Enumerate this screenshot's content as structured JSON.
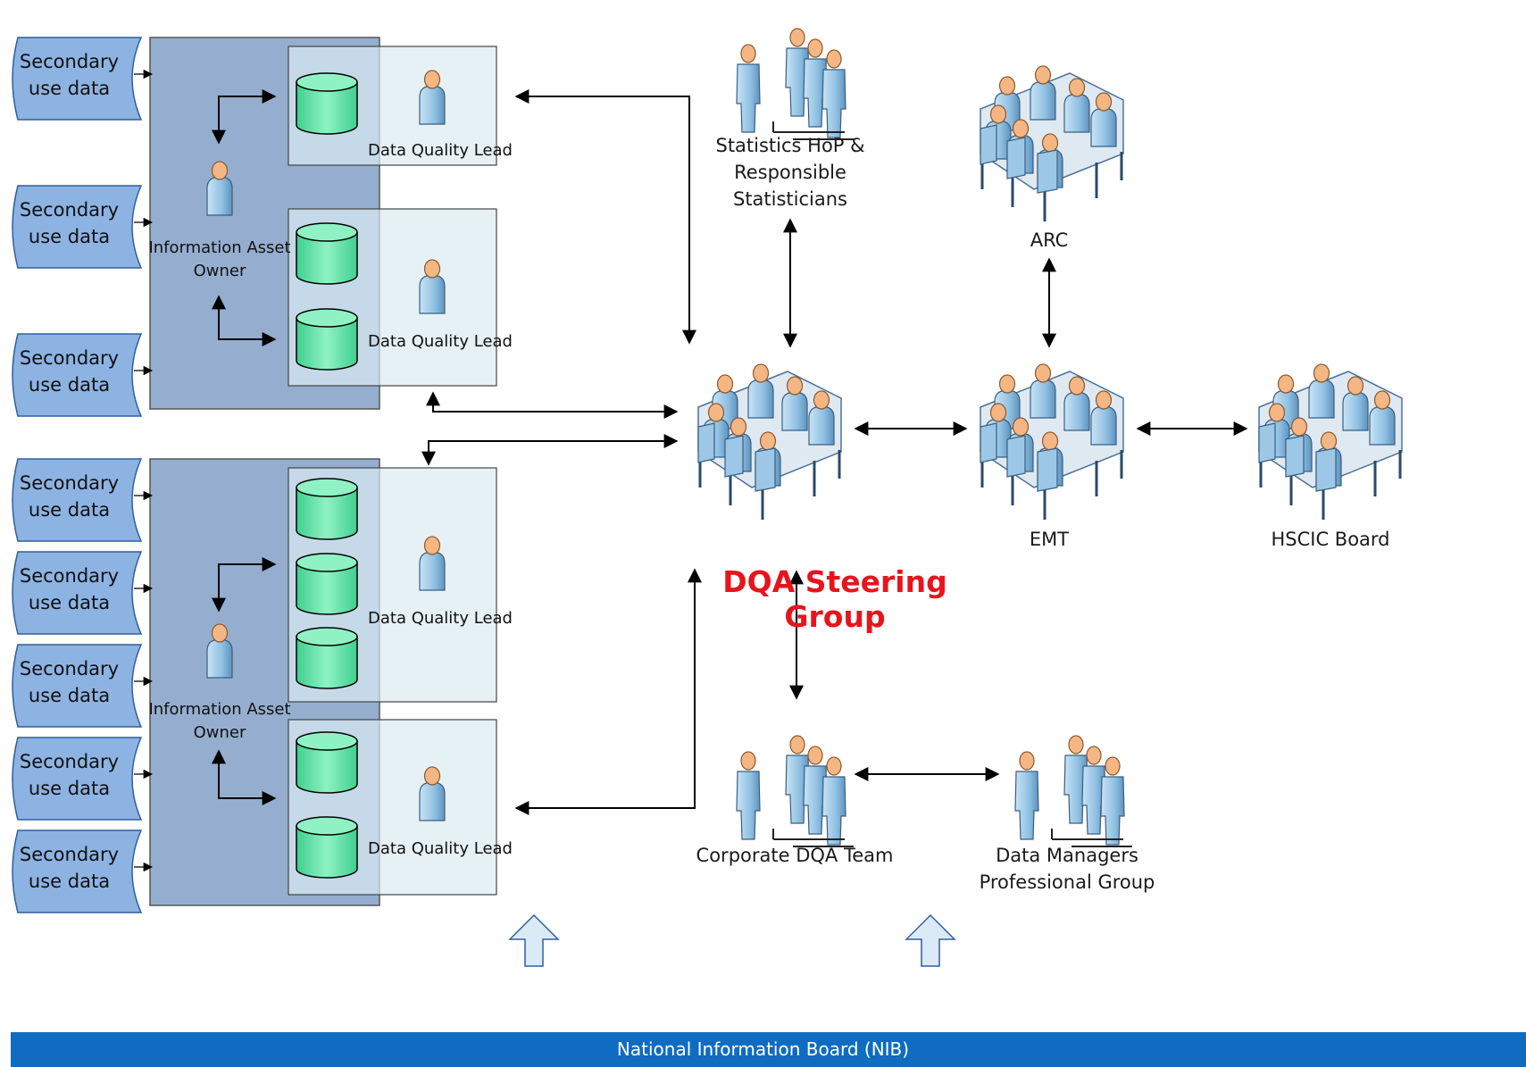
{
  "secondary_label": "Secondary use data",
  "data_quality_lead": "Data Quality Lead",
  "information_asset_owner": "Information Asset Owner",
  "statistics_group": "Statistics HoP & Responsible Statisticians",
  "arc": "ARC",
  "steering_group": "DQA Steering Group",
  "emt": "EMT",
  "hscic_board": "HSCIC Board",
  "corporate_team": "Corporate DQA Team",
  "data_managers": "Data Managers Professional Group",
  "nib": "National Information Board (NIB)",
  "colors": {
    "asset_panel": "#95aecf",
    "database": "#5fe3a8",
    "person_body": "#9cc7e6",
    "person_head": "#f2b483",
    "steering_text": "#e8141c",
    "nib_bar": "#0f6cc0",
    "secondary_shape": "#8db3e2"
  }
}
